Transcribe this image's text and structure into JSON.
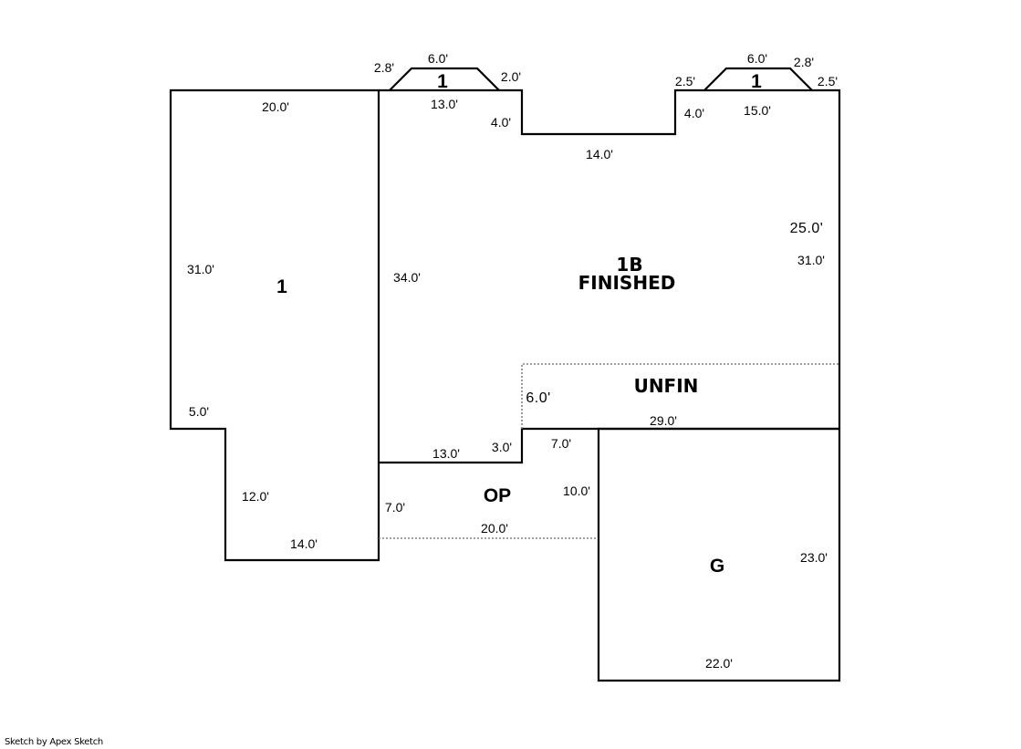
{
  "footer": {
    "credit": "Sketch by Apex Sketch"
  },
  "areas": {
    "area_1": {
      "label": "1"
    },
    "area_1b": {
      "label_line1": "1B",
      "label_line2": "FINISHED"
    },
    "unfin": {
      "label": "UNFIN"
    },
    "op": {
      "label": "OP"
    },
    "garage": {
      "label": "G"
    },
    "bay_left": {
      "label": "1"
    },
    "bay_right": {
      "label": "1"
    }
  },
  "dimensions": {
    "area_1_top": "20.0'",
    "area_1_left": "31.0'",
    "area_1_step": "5.0'",
    "area_1_lower_left": "12.0'",
    "area_1_bottom": "14.0'",
    "area_1b_left": "34.0'",
    "area_1b_top_left": "13.0'",
    "area_1b_notch_left": "4.0'",
    "area_1b_notch_bottom": "14.0'",
    "area_1b_notch_right": "4.0'",
    "area_1b_top_right": "15.0'",
    "area_1b_right_outer": "25.0'",
    "area_1b_right_inner": "31.0'",
    "area_1b_bottom_left": "13.0'",
    "area_1b_step": "3.0'",
    "unfin_left": "6.0'",
    "unfin_bottom": "29.0'",
    "op_top": "7.0'",
    "op_left": "7.0'",
    "op_right": "10.0'",
    "op_bottom": "20.0'",
    "garage_right": "23.0'",
    "garage_bottom": "22.0'",
    "bay_left_top": "6.0'",
    "bay_left_side_left": "2.8'",
    "bay_left_side_right": "2.0'",
    "bay_right_top": "6.0'",
    "bay_right_side_right": "2.8'",
    "bay_right_offset_left": "2.5'",
    "bay_right_offset_right": "2.5'"
  }
}
